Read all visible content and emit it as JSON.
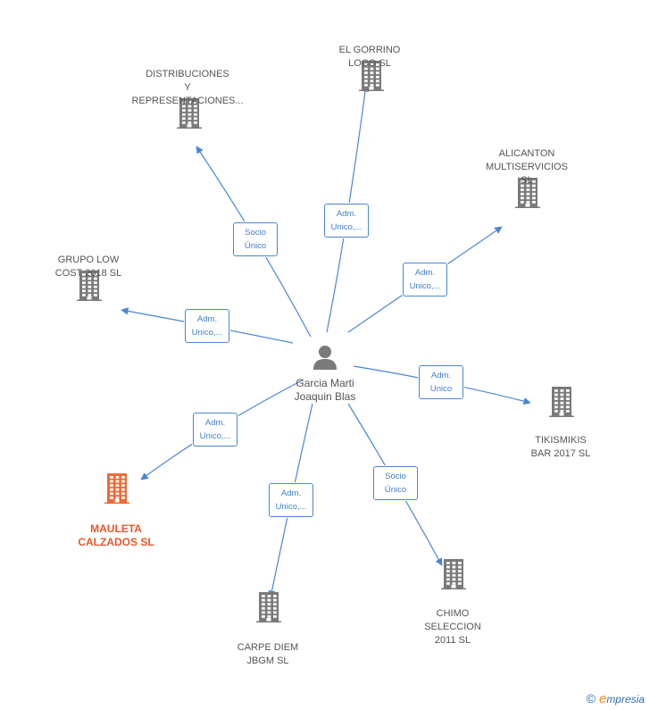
{
  "colors": {
    "edge": "#4a86d4",
    "building": "#7a7a7a",
    "main_building": "#f06a35",
    "person": "#7a7a7a"
  },
  "person": {
    "name": "Garcia Marti\nJoaquin Blas",
    "icon": "person-icon"
  },
  "nodes": [
    {
      "id": "distribuciones",
      "label": "DISTRIBUCIONES\nY\nREPRESENTACIONES...",
      "icon": "building-icon",
      "main": false
    },
    {
      "id": "gorrino",
      "label": "EL GORRINO\nLOCO  SL",
      "icon": "building-icon",
      "main": false
    },
    {
      "id": "alicanton",
      "label": "ALICANTON\nMULTISERVICIOS\nSL",
      "icon": "building-icon",
      "main": false
    },
    {
      "id": "grupolow",
      "label": "GRUPO LOW\nCOST 2018  SL",
      "icon": "building-icon",
      "main": false
    },
    {
      "id": "tikismikis",
      "label": "TIKISMIKIS\nBAR 2017  SL",
      "icon": "building-icon",
      "main": false
    },
    {
      "id": "mauleta",
      "label": "MAULETA\nCALZADOS  SL",
      "icon": "building-icon",
      "main": true
    },
    {
      "id": "carpediem",
      "label": "CARPE DIEM\nJBGM  SL",
      "icon": "building-icon",
      "main": false
    },
    {
      "id": "chimo",
      "label": "CHIMO\nSELECCION\n2011 SL",
      "icon": "building-icon",
      "main": false
    }
  ],
  "edges": [
    {
      "to": "distribuciones",
      "label": "Socio\nÚnico"
    },
    {
      "to": "gorrino",
      "label": "Adm.\nUnico,..."
    },
    {
      "to": "alicanton",
      "label": "Adm.\nUnico,..."
    },
    {
      "to": "grupolow",
      "label": "Adm.\nUnico,..."
    },
    {
      "to": "tikismikis",
      "label": "Adm.\nUnico"
    },
    {
      "to": "mauleta",
      "label": "Adm.\nUnico,..."
    },
    {
      "to": "carpediem",
      "label": "Adm.\nUnico,..."
    },
    {
      "to": "chimo",
      "label": "Socio\nÚnico"
    }
  ],
  "footer": {
    "copyright": "©",
    "brand_initial": "e",
    "brand_rest": "mpresia"
  }
}
